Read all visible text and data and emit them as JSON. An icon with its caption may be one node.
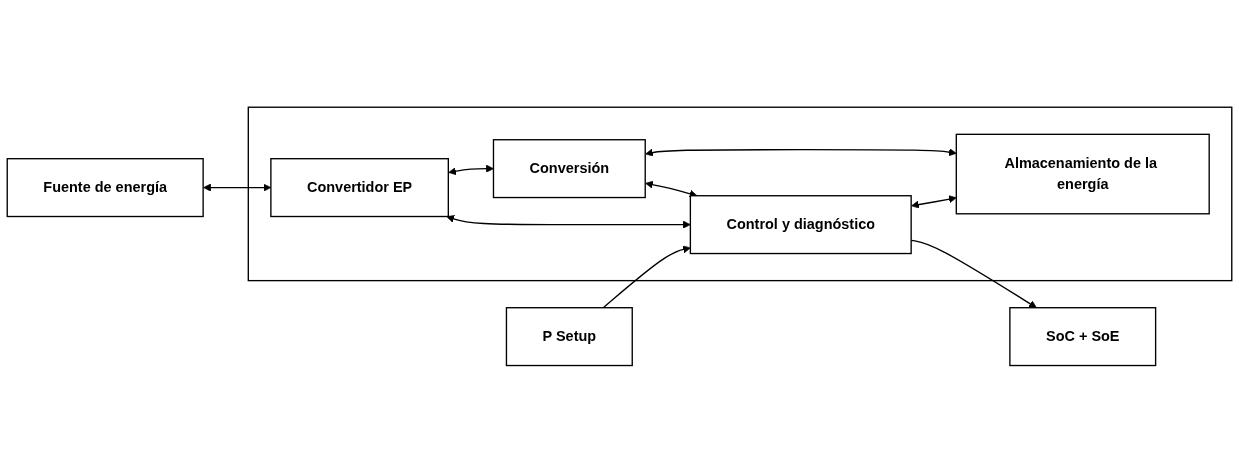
{
  "diagram": {
    "nodes": [
      {
        "text": [
          "Fuente de energía"
        ]
      },
      {
        "text": [],
        "shape": "box"
      },
      {
        "text": [
          "Convertidor EP"
        ],
        "in": 1
      },
      {
        "text": [
          "Conversión"
        ],
        "in": 1
      },
      {
        "text": [
          "Almacenamiento de la energía"
        ],
        "in": 1
      },
      {
        "text": [
          "P Setup"
        ]
      },
      {
        "text": [
          "Control y diagnóstico"
        ],
        "in": 1
      },
      {
        "text": [
          "SoC + SoE"
        ]
      }
    ],
    "edges": [
      {
        "from": 0,
        "to": 2,
        "arrow": "both"
      },
      {
        "from": 2,
        "to": 3,
        "arrow": "both"
      },
      {
        "from": 3,
        "to": 4,
        "arrow": "both"
      },
      {
        "from": 2,
        "to": 6,
        "arrow": "both"
      },
      {
        "from": 3,
        "to": 6,
        "arrow": "both"
      },
      {
        "from": 6,
        "to": 4,
        "arrow": "both"
      },
      {
        "from": 5,
        "to": 6,
        "arrow": "to"
      },
      {
        "from": 6,
        "to": 7,
        "arrow": "to"
      }
    ]
  }
}
